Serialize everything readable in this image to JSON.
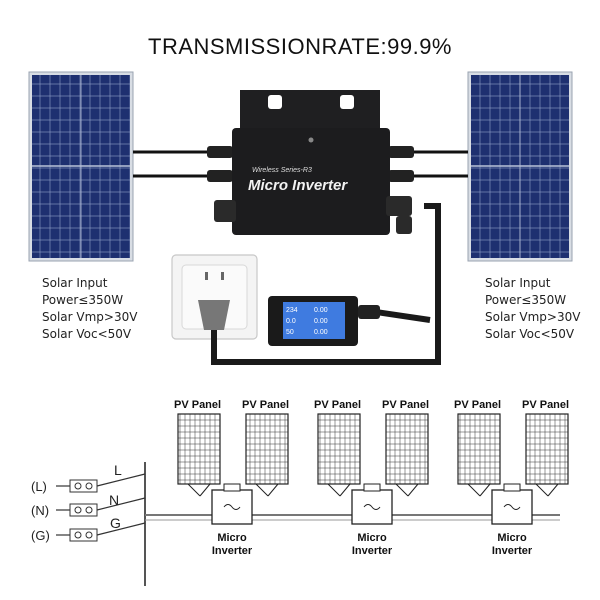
{
  "header": {
    "title": "TRANSMISSIONRATE:99.9%"
  },
  "inverter": {
    "series_label": "Wireless Series-R3",
    "name_label": "Micro Inverter"
  },
  "specs_left": {
    "line1": "Solar Input",
    "line2": "Power≤350W",
    "line3": "Solar Vmp>30V",
    "line4": "Solar Voc<50V"
  },
  "specs_right": {
    "line1": "Solar Input",
    "line2": "Power≤350W",
    "line3": "Solar Vmp>30V",
    "line4": "Solar Voc<50V"
  },
  "meter": {
    "readings": [
      "234",
      "0.00",
      "0.0",
      "0.00",
      "50",
      "0.00"
    ]
  },
  "wiring": {
    "lines": [
      {
        "bracket": "(L)",
        "letter": "L"
      },
      {
        "bracket": "(N)",
        "letter": "N"
      },
      {
        "bracket": "(G)",
        "letter": "G"
      }
    ],
    "panel_label": "PV Panel",
    "inverter_label_line1": "Micro",
    "inverter_label_line2": "Inverter"
  },
  "colors": {
    "panel_cell": "#1b2c63",
    "panel_frame": "#c9ced6",
    "inverter_body": "#1c1c1e",
    "meter_screen": "#2f6bd6",
    "cable": "#1a1a1a"
  }
}
